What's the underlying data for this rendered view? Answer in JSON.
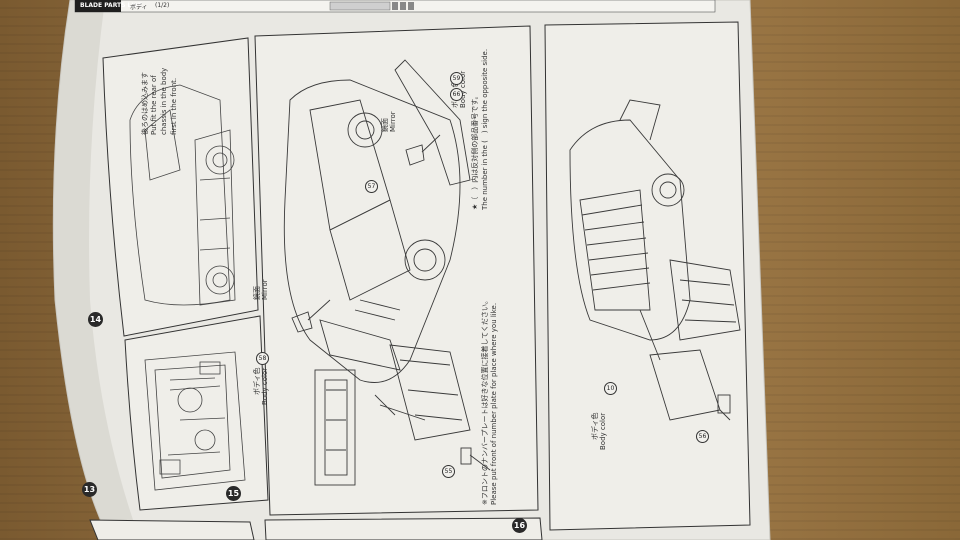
{
  "header": {
    "tab_label": "BLADE PARTS LIST",
    "note_line_1": "ボディ",
    "note_line_2": "(1/2)"
  },
  "steps": {
    "s13": {
      "number": "13"
    },
    "s14": {
      "number": "14",
      "callout_jp": "後ろのはめ込みます",
      "callout_en_1": "Put fit the rear of",
      "callout_en_2": "chassis in the body",
      "callout_en_3": "first in the front."
    },
    "s15": {
      "number": "15",
      "mirror_jp": "鏡面",
      "mirror_label": "Mirror",
      "mirror_label_2": "Mirror",
      "mirror_jp_2": "鏡面",
      "body_color_jp": "ボディ色",
      "body_color": "Body color",
      "part_58": "58",
      "part_57": "57",
      "part_59": "59",
      "part_66": "66",
      "part_55": "55",
      "spoiler_body_jp": "ボディ色",
      "spoiler_body_label": "Body color",
      "opposite_note_jp": "★（　）内は反対側の部品番号です。",
      "opposite_note_en": "The number in the (　) sign the opposite side.",
      "plate_note_jp": "※フロントのナンバープレートは好きな位置に接着してください。",
      "plate_note_en": "Please put front of number plate for place where you like."
    },
    "s16": {
      "number": "16",
      "body_color_jp": "ボディ色",
      "body_color": "Body color",
      "part_10": "10",
      "part_56": "56"
    }
  }
}
